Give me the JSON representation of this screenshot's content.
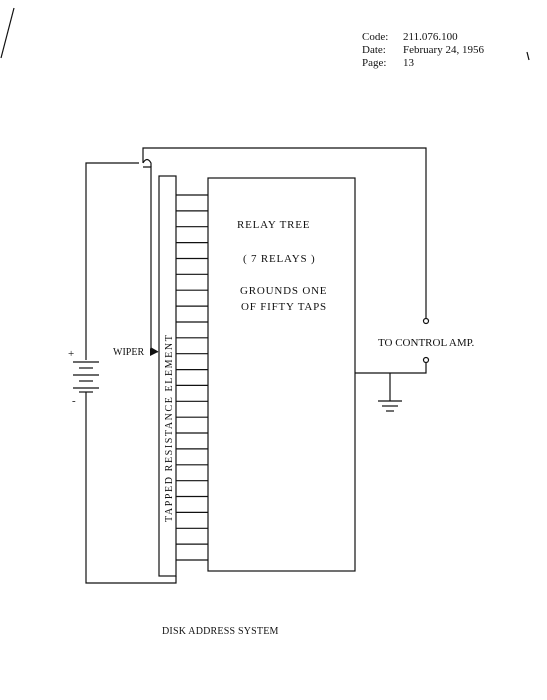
{
  "header": {
    "code_label": "Code:",
    "code_value": "211.076.100",
    "date_label": "Date:",
    "date_value": "February 24, 1956",
    "page_label": "Page:",
    "page_value": "13"
  },
  "diagram": {
    "relay_line1": "RELAY TREE",
    "relay_line2": "( 7 RELAYS )",
    "relay_line3": "GROUNDS ONE",
    "relay_line4": "OF FIFTY TAPS",
    "control_amp": "TO CONTROL AMP.",
    "wiper": "WIPER",
    "element": "TAPPED RESISTANCE ELEMENT",
    "plus": "+",
    "minus": "-"
  },
  "caption": "DISK ADDRESS SYSTEM"
}
